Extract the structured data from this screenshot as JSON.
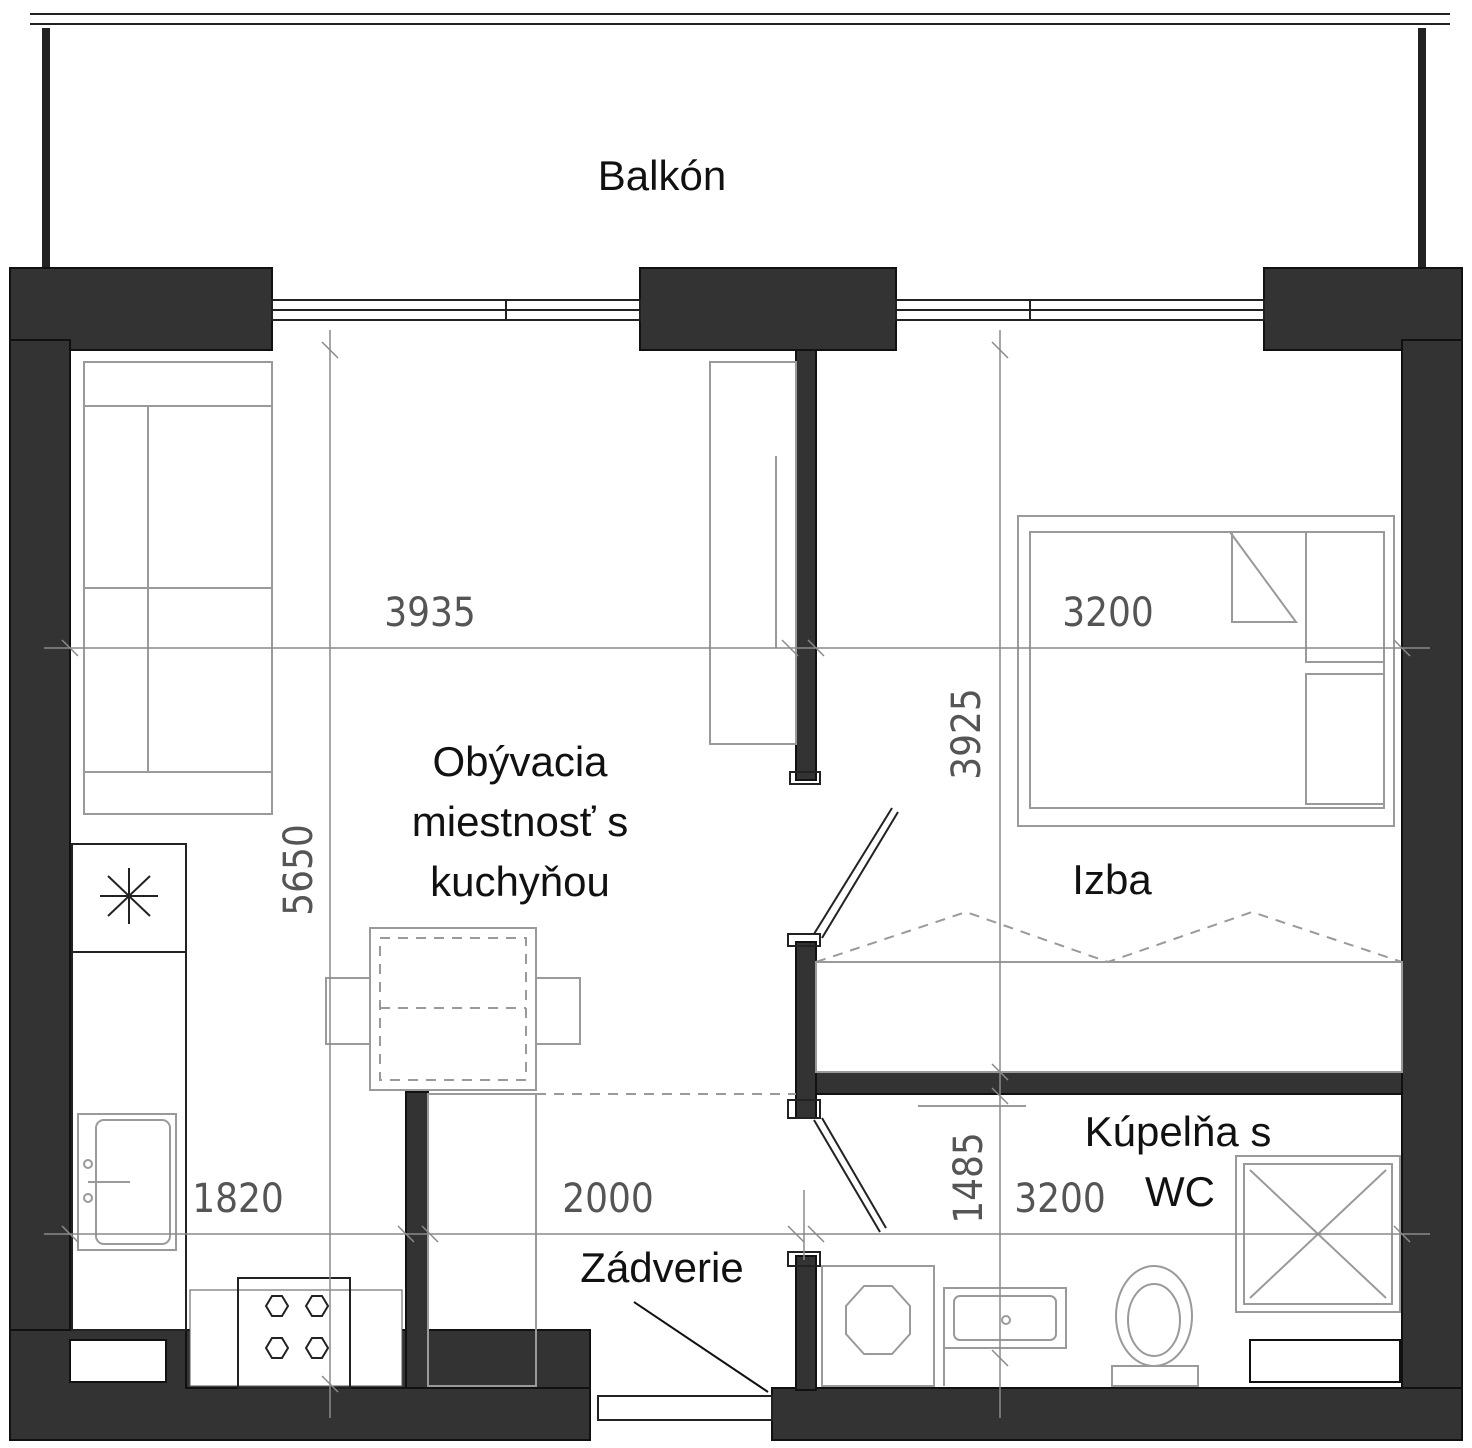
{
  "rooms": {
    "balcony": "Balkón",
    "living_line1": "Obývacia",
    "living_line2": "miestnosť s",
    "living_line3": "kuchyňou",
    "bedroom": "Izba",
    "bathroom_line1": "Kúpelňa s",
    "bathroom_line2": "WC",
    "entrance": "Zádverie"
  },
  "dimensions": {
    "living_width": "3935",
    "bedroom_width": "3200",
    "bedroom_depth": "3925",
    "living_depth": "5650",
    "kitchen_width": "1820",
    "entrance_width": "2000",
    "bathroom_depth": "1485",
    "bathroom_width": "3200"
  },
  "colors": {
    "wall": "#333333",
    "furniture": "#9a9a9a",
    "dimension": "#8a8a8a"
  }
}
